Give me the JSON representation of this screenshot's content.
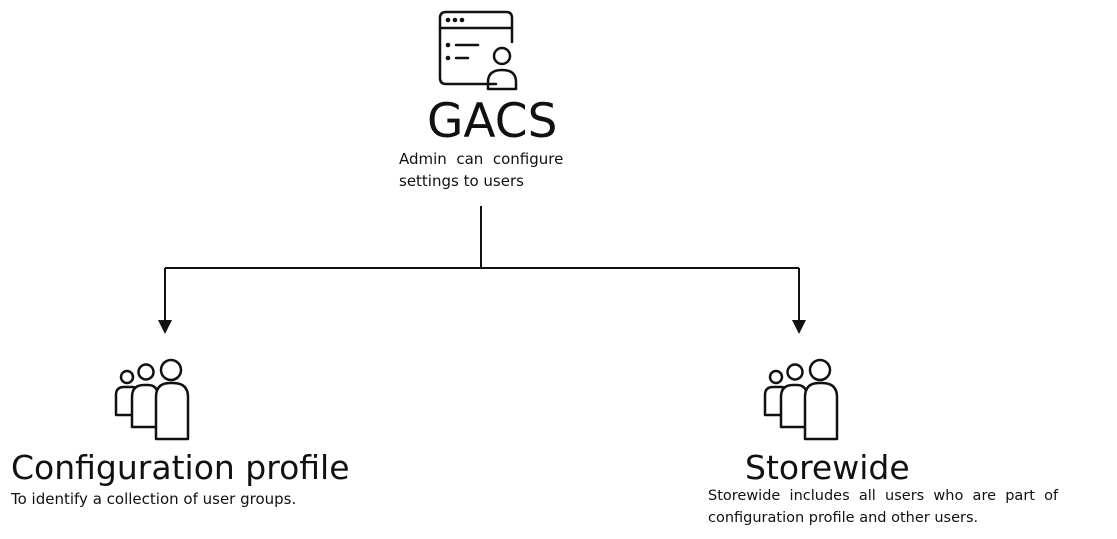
{
  "root": {
    "icon": "admin-settings-window-icon",
    "title": "GACS",
    "description_line1": "Admin  can  configure",
    "description_line2": "settings to users"
  },
  "left": {
    "icon": "user-group-icon",
    "title": "Configuration profile",
    "description": "To identify a collection of user groups."
  },
  "right": {
    "icon": "user-group-icon",
    "title": "Storewide",
    "description_line1": "Storewide  includes  all  users  who  are  part  of",
    "description_line2": "configuration profile and other users."
  },
  "colors": {
    "stroke": "#111111",
    "background": "#ffffff"
  }
}
